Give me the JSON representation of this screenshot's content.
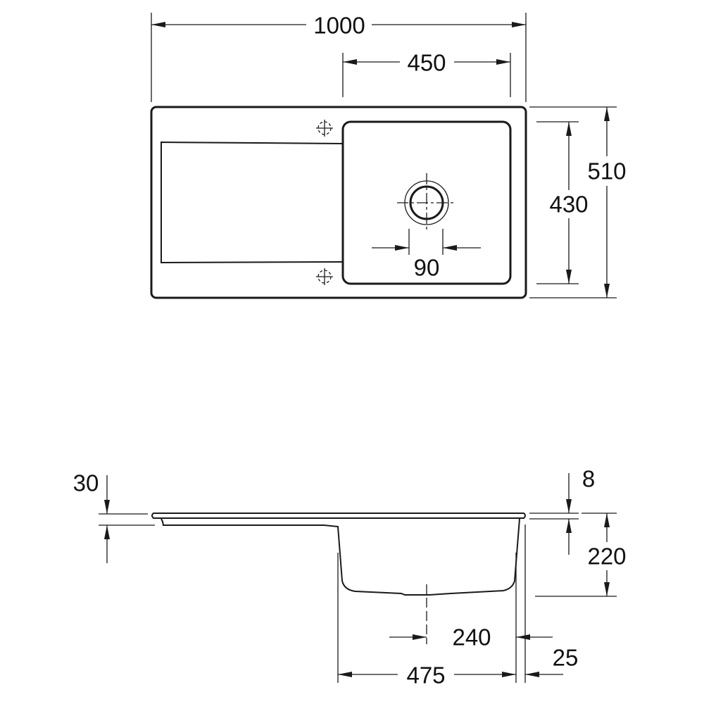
{
  "colors": {
    "line": "#1a1a1a",
    "background": "#ffffff"
  },
  "top_view": {
    "dimensions": {
      "overall_width": "1000",
      "bowl_width": "450",
      "overall_depth": "510",
      "bowl_depth": "430",
      "drain_diameter": "90"
    }
  },
  "side_view": {
    "dimensions": {
      "drainer_depth": "30",
      "rim_thickness": "8",
      "bowl_depth": "220",
      "drain_offset": "240",
      "bowl_width": "475",
      "edge_offset": "25"
    }
  }
}
